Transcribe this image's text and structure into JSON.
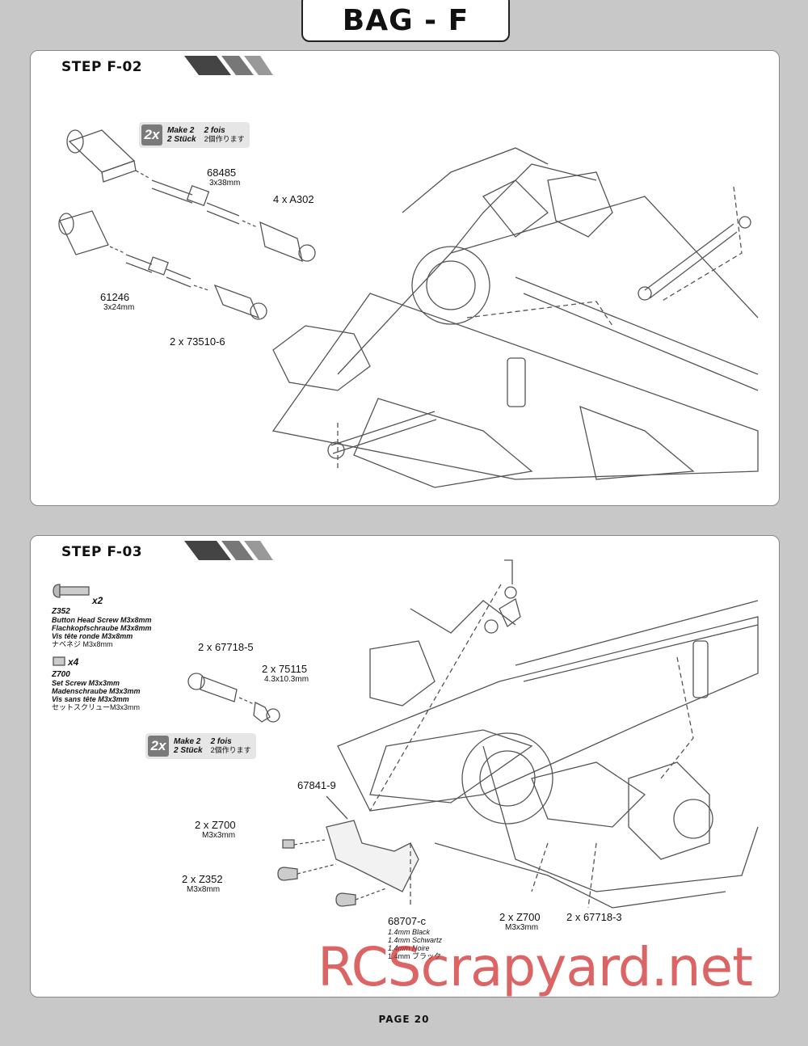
{
  "header": {
    "title": "BAG - F"
  },
  "step1": {
    "title": "STEP F-02",
    "make": {
      "badge": "2x",
      "en": "Make 2",
      "fr": "2 fois",
      "de": "2 Stück",
      "jp": "2個作ります"
    },
    "parts": [
      {
        "code": "68485",
        "size": "3x38mm"
      },
      {
        "code": "4 x A302"
      },
      {
        "code": "61246",
        "size": "3x24mm"
      },
      {
        "code": "2 x 73510-6"
      }
    ]
  },
  "step2": {
    "title": "STEP F-03",
    "hardware": [
      {
        "code": "Z352",
        "qty": "x2",
        "lines": [
          "Button Head Screw M3x8mm",
          "Flachkopfschraube M3x8mm",
          "Vis tête ronde M3x8mm",
          "ナベネジ M3x8mm"
        ]
      },
      {
        "code": "Z700",
        "qty": "x4",
        "lines": [
          "Set Screw M3x3mm",
          "Madenschraube M3x3mm",
          "Vis sans tête M3x3mm",
          "セットスクリューM3x3mm"
        ]
      }
    ],
    "make": {
      "badge": "2x",
      "en": "Make 2",
      "fr": "2 fois",
      "de": "2 Stück",
      "jp": "2個作ります"
    },
    "parts": [
      {
        "code": "2 x 67718-5"
      },
      {
        "code": "2 x 75115",
        "size": "4.3x10.3mm"
      },
      {
        "code": "67841-9"
      },
      {
        "code": "2 x Z700",
        "size": "M3x3mm"
      },
      {
        "code": "2 x Z352",
        "size": "M3x8mm"
      },
      {
        "code": "68707-c",
        "lines": [
          "1.4mm Black",
          "1.4mm Schwartz",
          "1.4mm Noire",
          "1.4mm ブラック"
        ]
      },
      {
        "code": "2 x Z700",
        "size": "M3x3mm"
      },
      {
        "code": "2 x 67718-3"
      }
    ]
  },
  "footer": {
    "page": "PAGE 20"
  },
  "watermark": {
    "text": "RCScrapyard.net",
    "color": "#cd2828"
  }
}
